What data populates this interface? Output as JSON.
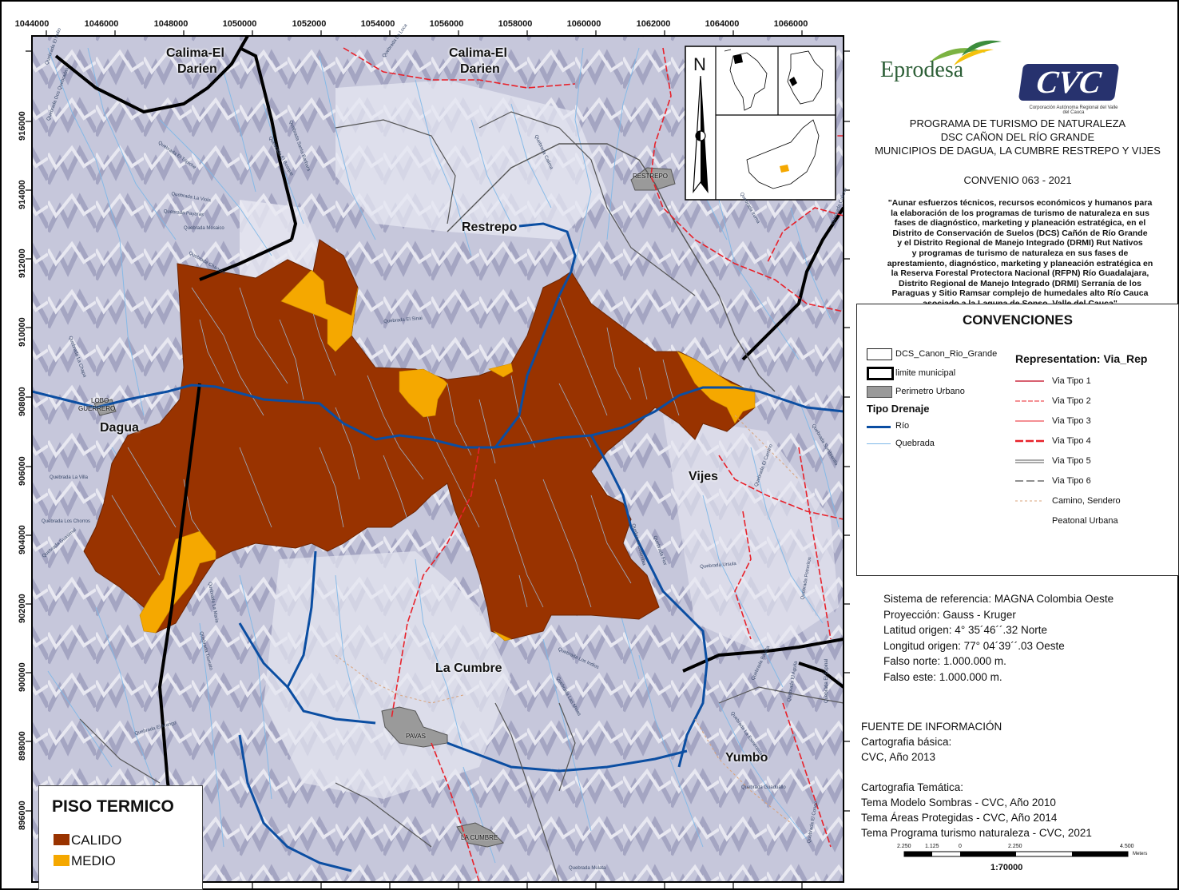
{
  "map": {
    "x_ticks": [
      "1044000",
      "1046000",
      "1048000",
      "1050000",
      "1052000",
      "1054000",
      "1056000",
      "1058000",
      "1060000",
      "1062000",
      "1064000",
      "1066000"
    ],
    "y_ticks": [
      "916000",
      "914000",
      "912000",
      "910000",
      "908000",
      "906000",
      "904000",
      "902000",
      "900000",
      "898000",
      "896000"
    ],
    "towns": {
      "calima_left": "Calima-El\nDarien",
      "calima_left_l1": "Calima-El",
      "calima_left_l2": "Darien",
      "calima_right_l1": "Calima-El",
      "calima_right_l2": "Darien",
      "restrepo": "Restrepo",
      "dagua": "Dagua",
      "vijes": "Vijes",
      "la_cumbre": "La Cumbre",
      "yumbo": "Yumbo"
    },
    "small_towns": {
      "restrepo_urban": "RESTREPO",
      "loboguerrero_l1": "LOBO",
      "loboguerrero_l2": "GUERRERO",
      "pavas": "PAVAS",
      "la_cumbre_urban": "LA CUMBRE"
    },
    "drain_labels": [
      "Quebrada El Indio",
      "Quebrada Dos Quebradas",
      "Quebrada El Tripiche",
      "Quebrada La Viola",
      "Quebrada Payaras",
      "Quebrada Mosaico",
      "Quebrada Chancos",
      "Quebrada El Sinai",
      "Quebrada Calima",
      "Quebrada Santa Barbara",
      "Quebrada La Loca",
      "Quebrada El Bosque",
      "Quebrada La Chapa",
      "Quebrada La Villa",
      "Quebrada Los Chorros",
      "Quebrada Guasimal",
      "Quebrada La Maria",
      "Quebrada Tiomato",
      "Quebrada El Mango",
      "Quebrada Los Indios",
      "Quebrada Las Minas",
      "Quebrada Ursula",
      "Quebrada Potreritos",
      "Quebrada Guaduallo",
      "Quebrada El Congo",
      "Quebrada Mulata",
      "Quebrada Sombrerillo",
      "Quebrada El Camino",
      "Quebrada La Esmeralda",
      "Quebrada El Espinal",
      "Quebrada Los Cerros",
      "Quebrada Batalla",
      "Quebrada El Aguila",
      "Quebrada Colombia",
      "Quebrada Iruma",
      "Quebrada Caliche",
      "Quebrada Flor"
    ],
    "north_letter": "N"
  },
  "colors": {
    "calido": "#993300",
    "medio": "#f5a800",
    "rio": "#0b4ea2",
    "quebrada": "#7fb8e8",
    "via_red": "#e8212a",
    "urban": "#9a9a9a"
  },
  "legend_piso": {
    "title": "PISO TERMICO",
    "calido": "CALIDO",
    "medio": "MEDIO"
  },
  "panel": {
    "logo_left": "Eprodesa",
    "logo_right": "CVC",
    "logo_right_sub": "Corporación Autónoma Regional del Valle del Cauca",
    "title_1": "PROGRAMA DE TURISMO DE NATURALEZA",
    "title_2": "DSC CAÑON DEL RÍO GRANDE",
    "title_3": "MUNICIPIOS DE DAGUA, LA CUMBRE RESTREPO Y VIJES",
    "convenio": "CONVENIO 063 - 2021",
    "quote_lines": [
      "\"Aunar esfuerzos técnicos, recursos económicos  y humanos para",
      "la elaboración de los programas de turismo de naturaleza en sus",
      "fases de diagnóstico, marketing y planeación estratégica, en el",
      "Distrito de Conservación de Suelos (DCS) Cañón de Río Grande",
      "y el Distrito Regional de Manejo Integrado (DRMI) Rut Nativos",
      "y programas de turismo de naturaleza en sus fases de",
      "aprestamiento, diagnóstico, marketing y planeación estratégica en",
      "la Reserva Forestal Protectora Nacional (RFPN) Río Guadalajara,",
      "Distrito Regional de Manejo Integrado (DRMI) Serranía de los",
      "Paraguas y Sitio Ramsar complejo de humedales alto Río Cauca",
      "asociado a la Laguna de Sonso, Valle del Cauca\""
    ]
  },
  "legend": {
    "title": "CONVENCIONES",
    "dcs": "DCS_Canon_Rio_Grande",
    "limite": "limite municipal",
    "perimetro": "Perimetro Urbano",
    "tipo_drenaje": "Tipo Drenaje",
    "rio": "Río",
    "quebrada": "Quebrada",
    "representation": "Representation: Via_Rep",
    "vias": [
      "Via Tipo 1",
      "Via Tipo 2",
      "Via Tipo 3",
      "Via Tipo 4",
      "Via Tipo 5",
      "Via Tipo 6",
      "Camino, Sendero",
      "Peatonal Urbana"
    ]
  },
  "references": [
    "Sistema de referencia: MAGNA Colombia Oeste",
    "Proyección: Gauss - Kruger",
    "Latitud origen: 4°  35´46´´.32 Norte",
    "Longitud origen: 77°  04´39´´.03 Oeste",
    "Falso norte: 1.000.000 m.",
    "Falso este: 1.000.000 m."
  ],
  "fuente": {
    "title": "FUENTE DE INFORMACIÓN",
    "lines_1": [
      "Cartografia básica:",
      "CVC, Año 2013"
    ],
    "lines_2": [
      "Cartografia Temática:",
      "Tema Modelo Sombras - CVC, Año 2010",
      "Tema Áreas Protegidas - CVC, Año 2014",
      "Tema Programa turismo naturaleza - CVC, 2021"
    ]
  },
  "scale": {
    "ticks": [
      "2.250",
      "1.125",
      "0",
      "2.250",
      "4.500"
    ],
    "units": "Meters",
    "ratio": "1:70000"
  }
}
